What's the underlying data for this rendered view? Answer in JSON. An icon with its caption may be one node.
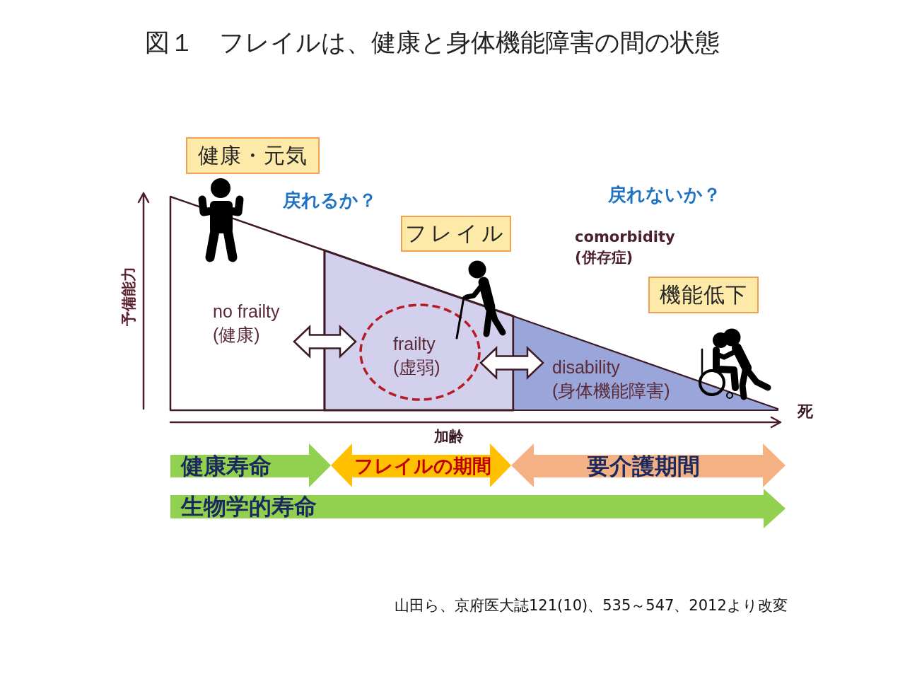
{
  "diagram": {
    "title": "図１　フレイルは、健康と身体機能障害の間の状態",
    "nodes": [
      {
        "text": [
          "健康・元気"
        ]
      },
      {
        "text": [
          "フレイル"
        ]
      },
      {
        "text": [
          "機能低下"
        ]
      },
      {
        "text": [
          "no frailty (健康)"
        ]
      },
      {
        "text": [],
        "shape": "box"
      },
      {
        "text": [
          "frailty (虚弱)"
        ],
        "in": 4
      },
      {
        "text": [
          "disability (身体機能障害)"
        ]
      },
      {
        "text": [
          "健康寿命"
        ]
      },
      {
        "text": [
          "フレイルの期間"
        ]
      },
      {
        "text": [
          "要介護期間"
        ]
      },
      {
        "text": [
          "生物学的寿命"
        ]
      }
    ],
    "edges": [
      {
        "from": 3,
        "to": 5,
        "arrow": "both"
      },
      {
        "from": 5,
        "to": 6,
        "arrow": "both"
      }
    ],
    "labels": [
      "戻れるか？",
      "戻れないか？",
      "comorbidity (併存症)",
      "予備能力",
      "死",
      "加齢",
      "山田ら、京府医大誌121(10)、535～547、2012より改変"
    ]
  }
}
